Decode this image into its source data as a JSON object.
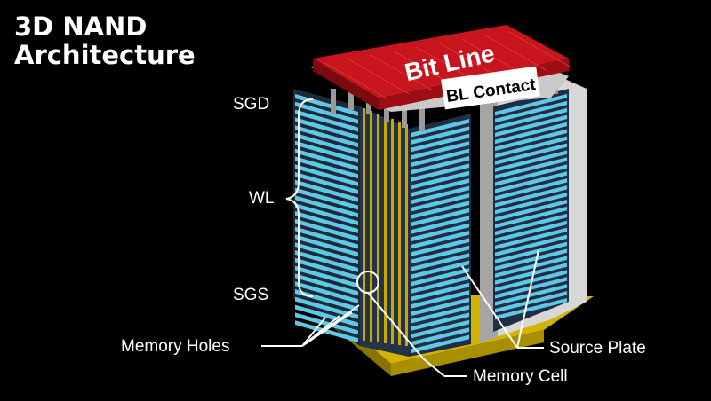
{
  "title": {
    "line1": "3D NAND",
    "line2": "Architecture"
  },
  "labels": {
    "sgd": "SGD",
    "wl": "WL",
    "sgs": "SGS",
    "memory_holes": "Memory Holes",
    "source_plate": "Source Plate",
    "memory_cell": "Memory Cell",
    "bit_line": "Bit Line",
    "bl_contact": "BL Contact"
  },
  "colors": {
    "background": "#000000",
    "bit_line": "#c8141c",
    "base": "#d2b400",
    "layer_light": "#5fc8e6",
    "layer_dark": "#3a3a4a",
    "wall": "#d7d7d7",
    "pillar": "#c9a800"
  }
}
